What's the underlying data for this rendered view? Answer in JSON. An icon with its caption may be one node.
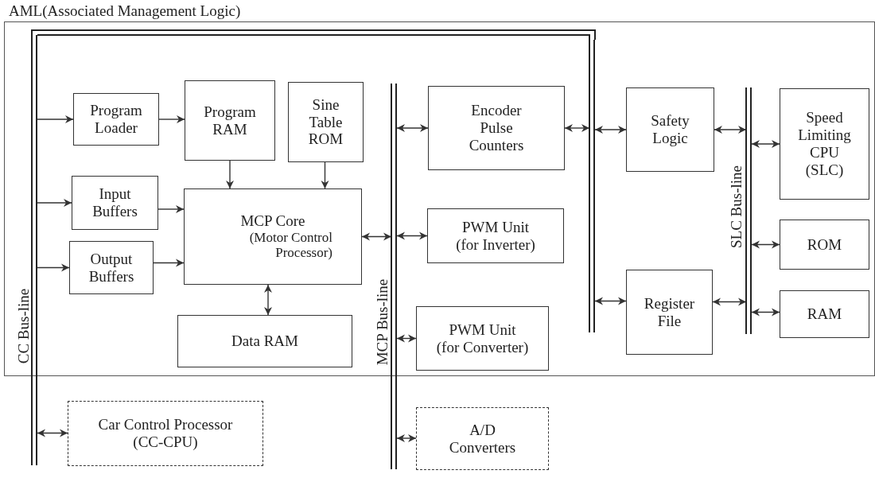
{
  "diagram": {
    "nodes": [
      {
        "text": [
          "AML(Associated Management Logic)"
        ]
      },
      {
        "text": [
          "CC Bus-line"
        ]
      },
      {
        "text": [
          "Program Loader"
        ],
        "in": 0
      },
      {
        "text": [
          "Program RAM"
        ],
        "in": 0
      },
      {
        "text": [
          "Sine Table ROM"
        ],
        "in": 0
      },
      {
        "text": [
          "Input Buffers"
        ],
        "in": 0
      },
      {
        "text": [
          "MCP Core",
          "(Motor Control Processor)"
        ],
        "in": 0
      },
      {
        "text": [
          "Output Buffers"
        ],
        "in": 0
      },
      {
        "text": [
          "Data RAM"
        ],
        "in": 0
      },
      {
        "text": [
          "MCP Bus-line"
        ]
      },
      {
        "text": [
          "Encoder Pulse Counters"
        ],
        "in": 0
      },
      {
        "text": [
          "PWM Unit",
          "(for Inverter)"
        ],
        "in": 0
      },
      {
        "text": [
          "PWM Unit",
          "(for Converter)"
        ],
        "in": 0
      },
      {
        "text": [
          "Safety Logic"
        ],
        "in": 0
      },
      {
        "text": [
          "Register File"
        ],
        "in": 0
      },
      {
        "text": [
          "SLC Bus-line"
        ],
        "in": 0
      },
      {
        "text": [
          "Speed Limiting CPU",
          "(SLC)"
        ],
        "in": 0
      },
      {
        "text": [
          "ROM"
        ],
        "in": 0
      },
      {
        "text": [
          "RAM"
        ],
        "in": 0
      },
      {
        "text": [
          "Car Control Processor",
          "(CC-CPU)"
        ]
      },
      {
        "text": [
          "A/D Converters"
        ]
      },
      {
        "text": [],
        "shape": "bar",
        "in": 0
      }
    ],
    "edges": [
      {
        "from": 1,
        "to": 2,
        "arrow": "to"
      },
      {
        "from": 1,
        "to": 5,
        "arrow": "to"
      },
      {
        "from": 1,
        "to": 7,
        "arrow": "to"
      },
      {
        "from": 2,
        "to": 3,
        "arrow": "to"
      },
      {
        "from": 5,
        "to": 6,
        "arrow": "to"
      },
      {
        "from": 7,
        "to": 6,
        "arrow": "to"
      },
      {
        "from": 3,
        "to": 6,
        "arrow": "to"
      },
      {
        "from": 4,
        "to": 6,
        "arrow": "to"
      },
      {
        "from": 6,
        "to": 8,
        "arrow": "both"
      },
      {
        "from": 6,
        "to": 9,
        "arrow": "both"
      },
      {
        "from": 9,
        "to": 10,
        "arrow": "both"
      },
      {
        "from": 9,
        "to": 11,
        "arrow": "both"
      },
      {
        "from": 9,
        "to": 12,
        "arrow": "both"
      },
      {
        "from": 10,
        "to": 21,
        "arrow": "both"
      },
      {
        "from": 21,
        "to": 13,
        "arrow": "both"
      },
      {
        "from": 21,
        "to": 14,
        "arrow": "both"
      },
      {
        "from": 13,
        "to": 15,
        "arrow": "both"
      },
      {
        "from": 14,
        "to": 15,
        "arrow": "both"
      },
      {
        "from": 15,
        "to": 16,
        "arrow": "both"
      },
      {
        "from": 15,
        "to": 17,
        "arrow": "both"
      },
      {
        "from": 15,
        "to": 18,
        "arrow": "both"
      },
      {
        "from": 1,
        "to": 19,
        "arrow": "both"
      },
      {
        "from": 9,
        "to": 20,
        "arrow": "both"
      },
      {
        "from": 1,
        "to": 21,
        "arrow": "none"
      }
    ]
  }
}
